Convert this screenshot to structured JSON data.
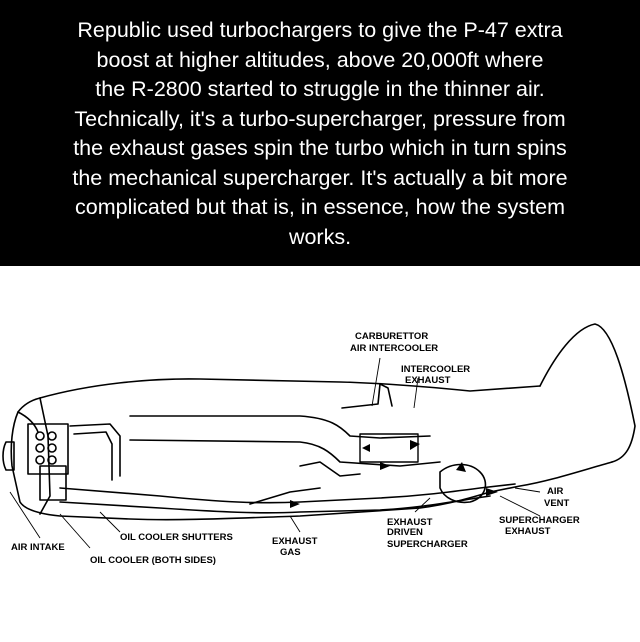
{
  "caption": {
    "lines": [
      "Republic used turbochargers to give the P-47 extra",
      "boost at higher altitudes, above 20,000ft where",
      "the R-2800 started to struggle in the thinner air.",
      "Technically, it's a turbo-supercharger, pressure from",
      "the exhaust gases spin the turbo which in turn spins",
      "the mechanical supercharger. It's actually a bit more",
      "complicated but that is, in essence, how the system",
      "works."
    ]
  },
  "diagram": {
    "labels": {
      "carburettor": "CARBURETTOR",
      "air_intercooler": "AIR INTERCOOLER",
      "intercooler": "INTERCOOLER",
      "intercooler_exhaust": "EXHAUST",
      "air": "AIR",
      "vent": "VENT",
      "exhaust_driven": "EXHAUST",
      "driven": "DRIVEN",
      "supercharger": "SUPERCHARGER",
      "supercharger_exhaust_1": "SUPERCHARGER",
      "supercharger_exhaust_2": "EXHAUST",
      "air_intake": "AIR INTAKE",
      "oil_cooler_shutters": "OIL COOLER SHUTTERS",
      "exhaust_gas_1": "EXHAUST",
      "exhaust_gas_2": "GAS",
      "oil_cooler": "OIL COOLER (BOTH SIDES)"
    }
  }
}
